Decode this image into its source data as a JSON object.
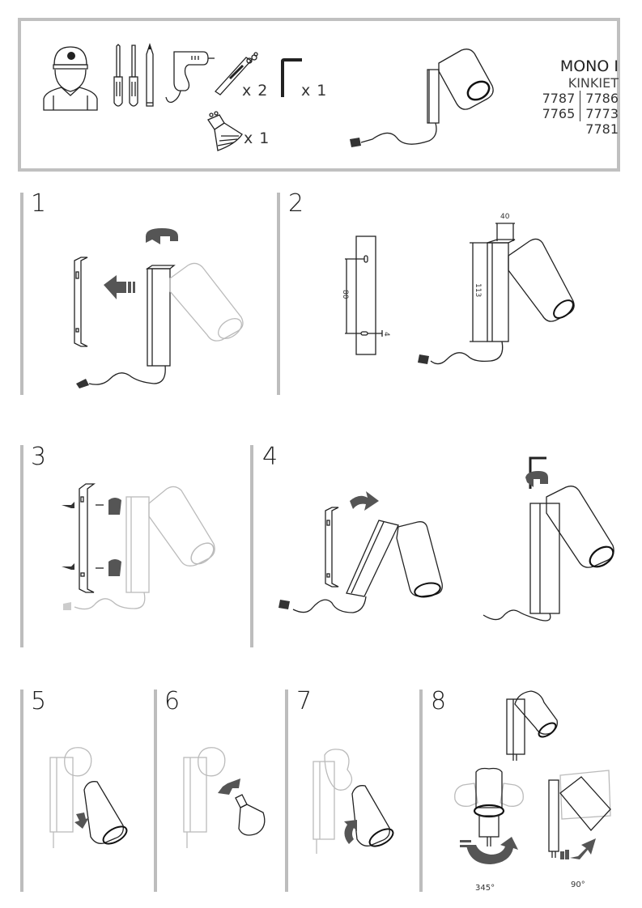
{
  "header": {
    "product_name": "MONO I",
    "product_type": "KINKIET",
    "codes_left": [
      "7787",
      "7765"
    ],
    "codes_right": [
      "7786",
      "7773",
      "7781"
    ],
    "tools": [
      {
        "icon": "installer-person-icon"
      },
      {
        "icon": "phillips-screwdriver-icon"
      },
      {
        "icon": "flat-screwdriver-icon"
      },
      {
        "icon": "pencil-icon"
      },
      {
        "icon": "drill-icon"
      }
    ],
    "included_parts": [
      {
        "icon": "screw-wall-plug-icon",
        "quantity": "x 2"
      },
      {
        "icon": "allen-key-icon",
        "quantity": "x 1"
      },
      {
        "icon": "gu10-bulb-icon",
        "quantity": "x 1"
      }
    ]
  },
  "steps": [
    {
      "number": "1"
    },
    {
      "number": "2",
      "dimensions": {
        "hole_spacing": "80",
        "hole_size": "4",
        "height": "113",
        "width": "40"
      }
    },
    {
      "number": "3"
    },
    {
      "number": "4"
    },
    {
      "number": "5"
    },
    {
      "number": "6"
    },
    {
      "number": "7"
    },
    {
      "number": "8",
      "rotation_labels": {
        "horizontal": "345°",
        "vertical": "90°"
      }
    }
  ]
}
